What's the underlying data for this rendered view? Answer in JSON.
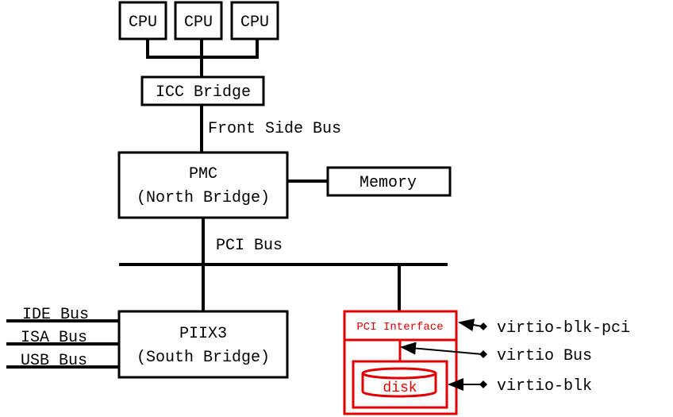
{
  "colors": {
    "ink": "#000000",
    "accent": "#e00000",
    "background": "#ffffff"
  },
  "cpus": [
    "CPU",
    "CPU",
    "CPU"
  ],
  "icc_bridge": "ICC Bridge",
  "front_side_bus": "Front Side Bus",
  "pmc": {
    "line1": "PMC",
    "line2": "(North Bridge)"
  },
  "memory": "Memory",
  "pci_bus": "PCI Bus",
  "piix3": {
    "line1": "PIIX3",
    "line2": "(South Bridge)"
  },
  "south_buses": [
    "IDE Bus",
    "ISA Bus",
    "USB Bus"
  ],
  "virtio_device": {
    "pci_interface": "PCI Interface",
    "disk": "disk"
  },
  "annotations": [
    "virtio-blk-pci",
    "virtio Bus",
    "virtio-blk"
  ]
}
